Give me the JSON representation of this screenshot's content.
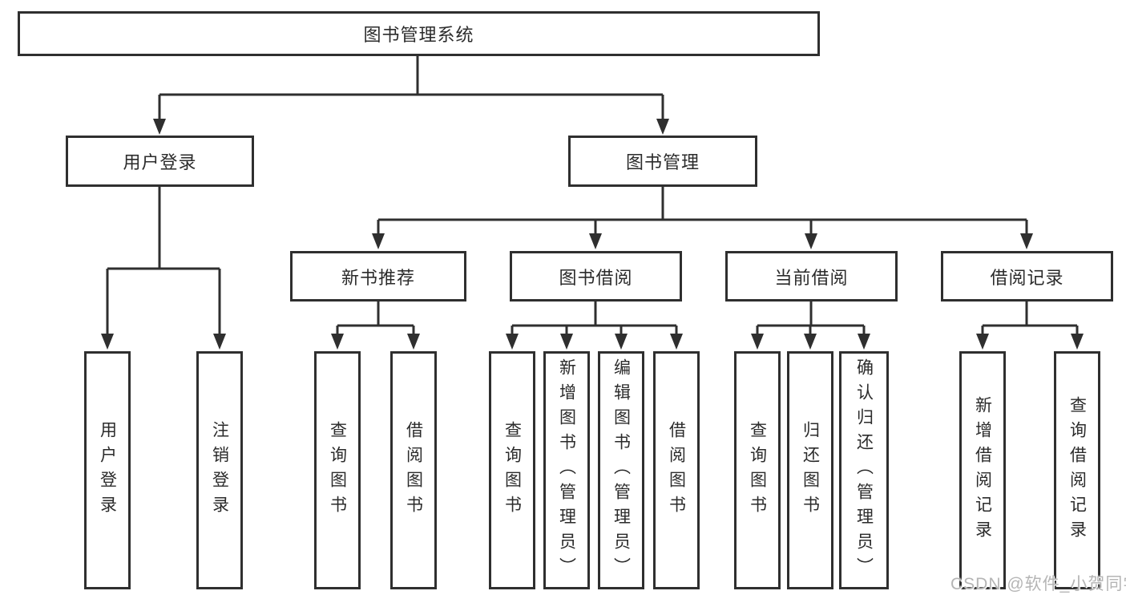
{
  "tree": {
    "root": {
      "label": "图书管理系统"
    },
    "branches": [
      {
        "label": "用户登录",
        "children": [
          {
            "label": "用户登录"
          },
          {
            "label": "注销登录"
          }
        ]
      },
      {
        "label": "图书管理",
        "groups": [
          {
            "label": "新书推荐",
            "children": [
              {
                "label": "查询图书"
              },
              {
                "label": "借阅图书"
              }
            ]
          },
          {
            "label": "图书借阅",
            "children": [
              {
                "label": "查询图书"
              },
              {
                "label": "新增图书（管理员）"
              },
              {
                "label": "编辑图书（管理员）"
              },
              {
                "label": "借阅图书"
              }
            ]
          },
          {
            "label": "当前借阅",
            "children": [
              {
                "label": "查询图书"
              },
              {
                "label": "归还图书"
              },
              {
                "label": "确认归还（管理员）"
              }
            ]
          },
          {
            "label": "借阅记录",
            "children": [
              {
                "label": "新增借阅记录"
              },
              {
                "label": "查询借阅记录"
              }
            ]
          }
        ]
      }
    ]
  },
  "watermark": {
    "text": "CSDN @软件_小贺同学"
  },
  "colors": {
    "line": "#2f2f2f",
    "text": "#2b2b2b",
    "background": "#ffffff",
    "watermark": "#b5b5b5"
  }
}
